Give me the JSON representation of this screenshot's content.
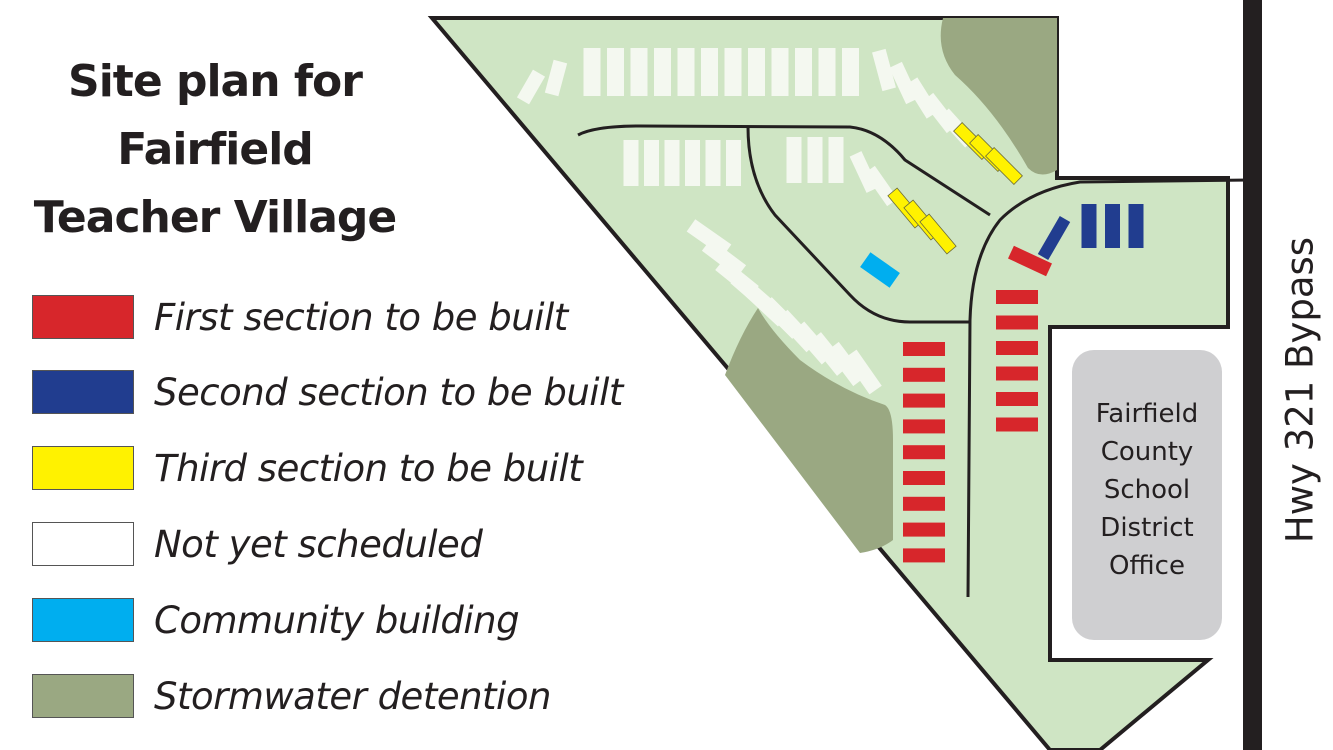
{
  "title": {
    "line1": "Site plan for",
    "line2": "Fairfield",
    "line3": "Teacher Village"
  },
  "legend": [
    {
      "label": "First section to be built",
      "color": "#d7262b"
    },
    {
      "label": "Second section to be built",
      "color": "#213d8f"
    },
    {
      "label": "Third section to be built",
      "color": "#fff200"
    },
    {
      "label": "Not yet scheduled",
      "color": "#ffffff"
    },
    {
      "label": "Community building",
      "color": "#00aeef"
    },
    {
      "label": "Stormwater detention",
      "color": "#9aa882"
    }
  ],
  "map": {
    "site_color": "#cfe5c4",
    "house_unscheduled_color": "#f4f8f0",
    "office_label": "Fairfield County School District Office",
    "office_lines": [
      "Fairfield",
      "County",
      "School",
      "District",
      "Office"
    ],
    "office_color": "#cfcfd1",
    "highway_label": "Hwy 321 Bypass"
  }
}
